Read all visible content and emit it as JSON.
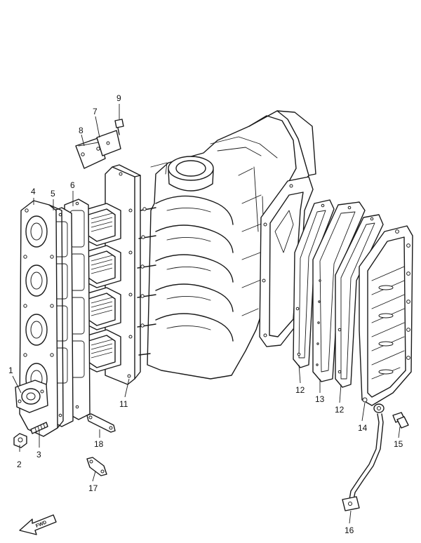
{
  "diagram": {
    "callouts": [
      {
        "id": "c1",
        "label": "1"
      },
      {
        "id": "c2",
        "label": "2"
      },
      {
        "id": "c3",
        "label": "3"
      },
      {
        "id": "c4",
        "label": "4"
      },
      {
        "id": "c5",
        "label": "5"
      },
      {
        "id": "c6",
        "label": "6"
      },
      {
        "id": "c7",
        "label": "7"
      },
      {
        "id": "c8",
        "label": "8"
      },
      {
        "id": "c9",
        "label": "9"
      },
      {
        "id": "c11",
        "label": "11"
      },
      {
        "id": "c12a",
        "label": "12"
      },
      {
        "id": "c13",
        "label": "13"
      },
      {
        "id": "c12b",
        "label": "12"
      },
      {
        "id": "c14",
        "label": "14"
      },
      {
        "id": "c15",
        "label": "15"
      },
      {
        "id": "c16",
        "label": "16"
      },
      {
        "id": "c17",
        "label": "17"
      },
      {
        "id": "c18",
        "label": "18"
      }
    ],
    "fwd_label": "FWD"
  }
}
